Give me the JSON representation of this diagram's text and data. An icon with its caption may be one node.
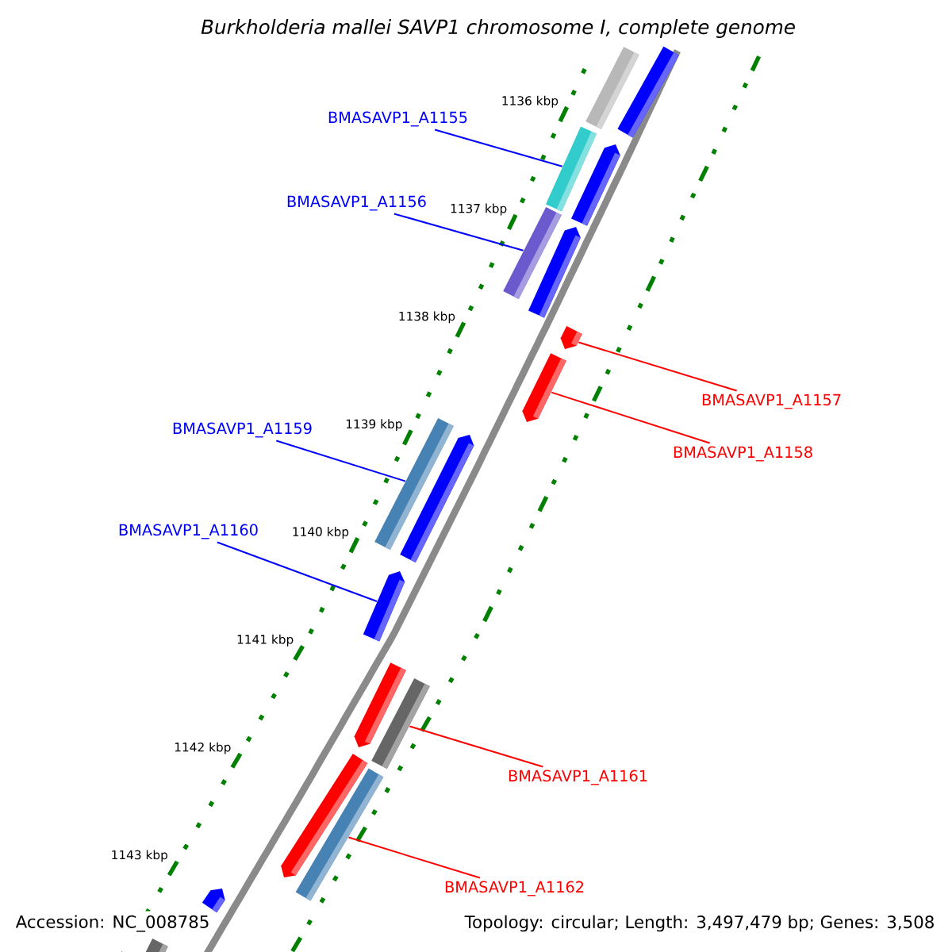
{
  "diagram": {
    "title": "Burkholderia mallei SAVP1 chromosome I, complete genome",
    "nodes": [
      {
        "text": [
          "BMASAVP1_A1155"
        ]
      },
      {
        "text": [
          "BMASAVP1_A1156"
        ]
      },
      {
        "text": [
          "BMASAVP1_A1157"
        ]
      },
      {
        "text": [
          "BMASAVP1_A1158"
        ]
      },
      {
        "text": [
          "BMASAVP1_A1159"
        ]
      },
      {
        "text": [
          "BMASAVP1_A1160"
        ]
      },
      {
        "text": [
          "BMASAVP1_A1161"
        ]
      },
      {
        "text": [
          "BMASAVP1_A1162"
        ]
      },
      {
        "text": [],
        "shape": "bar"
      },
      {
        "text": [],
        "shape": "bar"
      },
      {
        "text": [],
        "shape": "bar"
      },
      {
        "text": [],
        "shape": "bar"
      },
      {
        "text": [],
        "shape": "bar"
      },
      {
        "text": [],
        "shape": "bar"
      },
      {
        "text": [],
        "shape": "bar"
      },
      {
        "text": [],
        "shape": "bar"
      },
      {
        "text": [],
        "shape": "bar"
      },
      {
        "text": [],
        "shape": "bar"
      },
      {
        "text": [],
        "shape": "bar"
      },
      {
        "text": [],
        "shape": "bar"
      },
      {
        "text": [],
        "shape": "bar"
      },
      {
        "text": [],
        "shape": "bar"
      },
      {
        "text": [],
        "shape": "bar"
      },
      {
        "text": [],
        "shape": "bar"
      },
      {
        "text": [],
        "shape": "bar"
      }
    ],
    "edges": [
      {
        "from": 0,
        "to": 10,
        "arrow": "none"
      },
      {
        "from": 1,
        "to": 12,
        "arrow": "none"
      },
      {
        "from": 2,
        "to": 14,
        "arrow": "none",
        "color": "#ff0000"
      },
      {
        "from": 3,
        "to": 15,
        "arrow": "none",
        "color": "#ff0000"
      },
      {
        "from": 4,
        "to": 16,
        "arrow": "none"
      },
      {
        "from": 5,
        "to": 18,
        "arrow": "none"
      },
      {
        "from": 6,
        "to": 20,
        "arrow": "none",
        "color": "#ff0000"
      },
      {
        "from": 7,
        "to": 22,
        "arrow": "none",
        "color": "#ff0000"
      }
    ],
    "labels": [
      "1136 kbp",
      "1137 kbp",
      "1138 kbp",
      "1139 kbp",
      "1140 kbp",
      "1141 kbp",
      "1142 kbp",
      "1143 kbp",
      "Accession: NC_008785",
      "Topology: circular; Length: 3,497,479 bp; Genes: 3,508"
    ]
  }
}
